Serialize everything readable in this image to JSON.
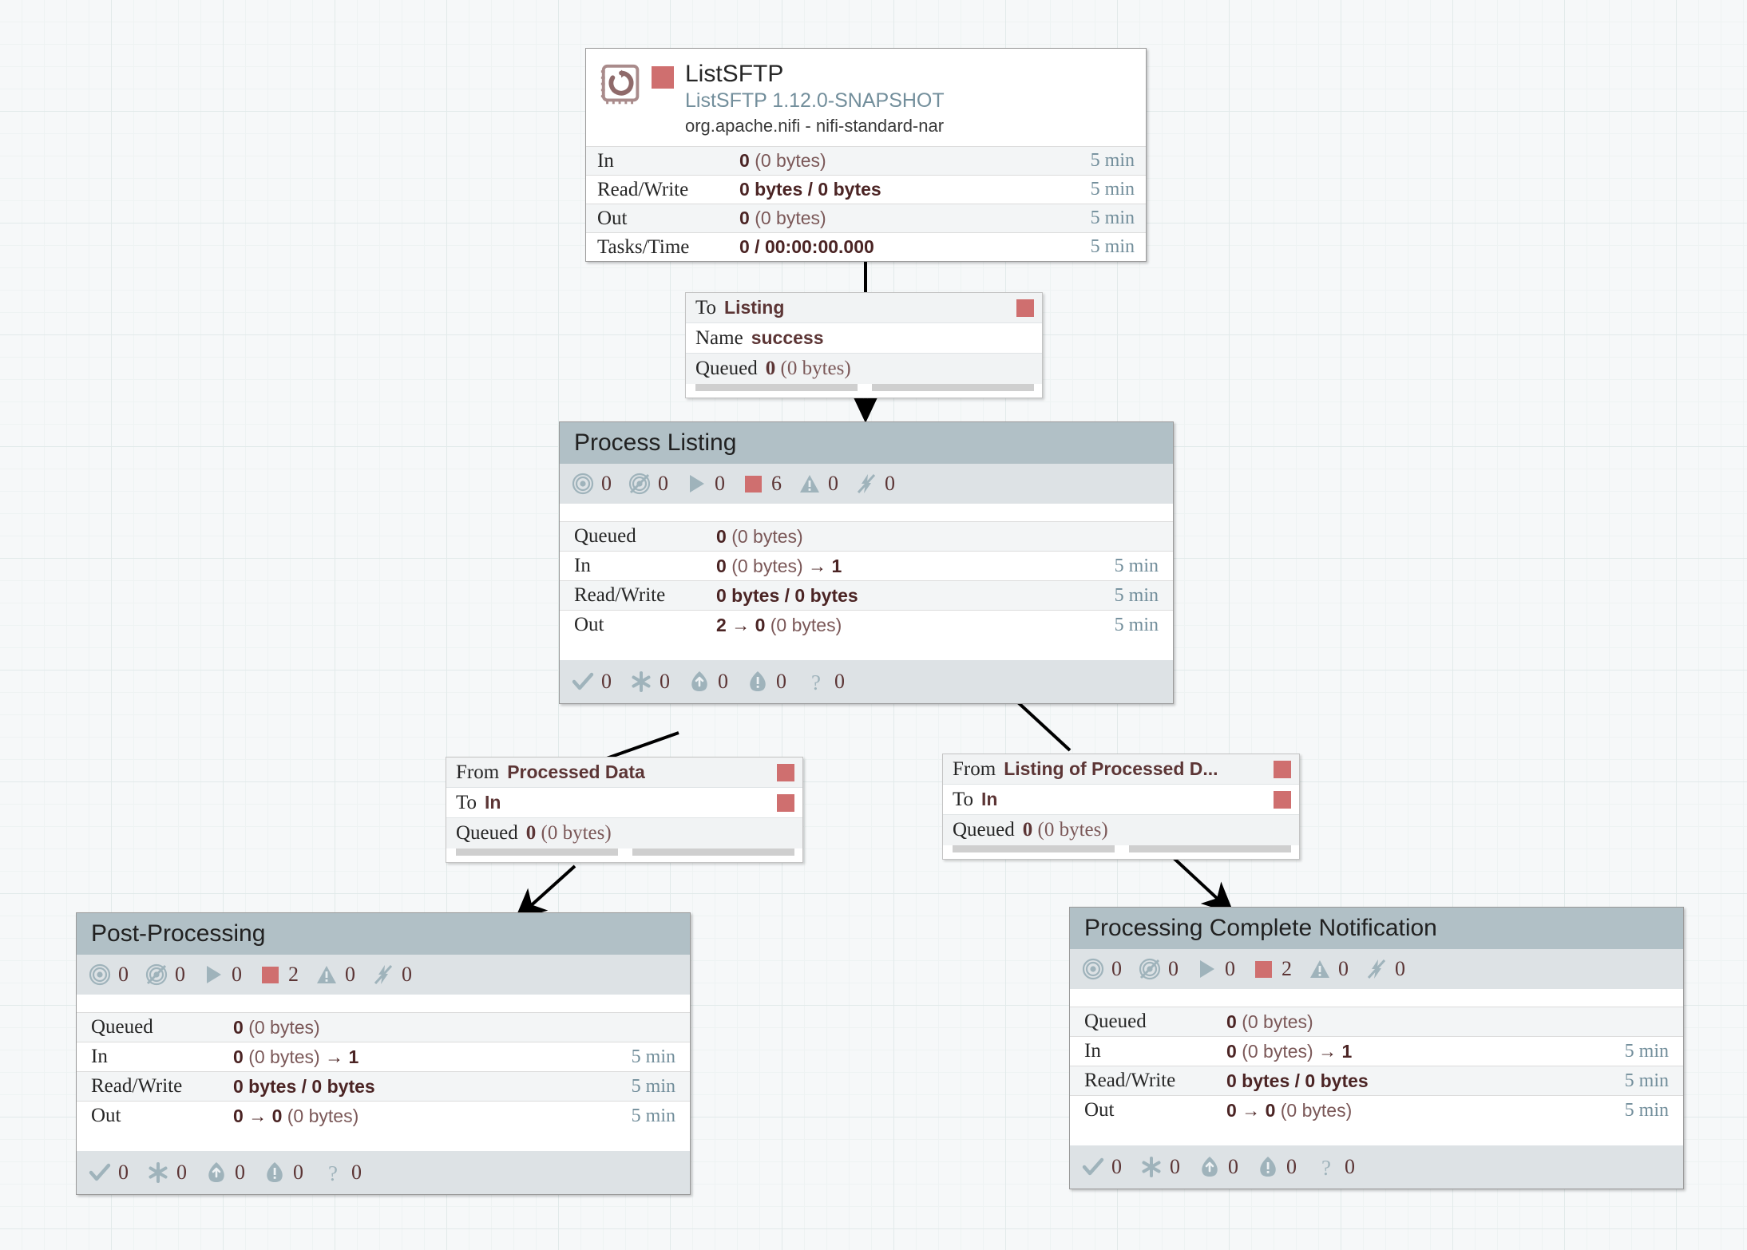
{
  "canvas": {
    "background_color": "#f6f8f9",
    "grid_color": "#e2eaea",
    "accent_stopped": "#cf6f6f",
    "accent_link": "#728e9b"
  },
  "processor": {
    "name": "ListSFTP",
    "type": "ListSFTP 1.12.0-SNAPSHOT",
    "bundle": "org.apache.nifi - nifi-standard-nar",
    "run_status_icon": "stopped-square-icon",
    "icon": "processor-chip-icon",
    "stats": [
      {
        "label": "In",
        "value_bold": "0",
        "value_soft": "(0 bytes)",
        "time": "5 min"
      },
      {
        "label": "Read/Write",
        "value_bold": "0 bytes / 0 bytes",
        "value_soft": "",
        "time": "5 min"
      },
      {
        "label": "Out",
        "value_bold": "0",
        "value_soft": "(0 bytes)",
        "time": "5 min"
      },
      {
        "label": "Tasks/Time",
        "value_bold": "0 / 00:00:00.000",
        "value_soft": "",
        "time": "5 min"
      }
    ]
  },
  "connections": {
    "listsftp_to_listing": {
      "to_label": "To",
      "to_value": "Listing",
      "name_label": "Name",
      "name_value": "success",
      "queued_label": "Queued",
      "queued_bold": "0",
      "queued_soft": "(0 bytes)",
      "status_icon": "stopped-square-icon"
    },
    "processed_data_to_in": {
      "from_label": "From",
      "from_value": "Processed Data",
      "to_label": "To",
      "to_value": "In",
      "queued_label": "Queued",
      "queued_bold": "0",
      "queued_soft": "(0 bytes)",
      "status_icon": "stopped-square-icon"
    },
    "listing_of_processed_to_in": {
      "from_label": "From",
      "from_value": "Listing of Processed D...",
      "to_label": "To",
      "to_value": "In",
      "queued_label": "Queued",
      "queued_bold": "0",
      "queued_soft": "(0 bytes)",
      "status_icon": "stopped-square-icon"
    }
  },
  "groups": {
    "process_listing": {
      "title": "Process Listing",
      "status": [
        {
          "icon": "transmitting-icon",
          "count": "0"
        },
        {
          "icon": "not-transmitting-icon",
          "count": "0"
        },
        {
          "icon": "running-icon",
          "count": "0"
        },
        {
          "icon": "stopped-icon",
          "count": "6"
        },
        {
          "icon": "invalid-icon",
          "count": "0"
        },
        {
          "icon": "disabled-icon",
          "count": "0"
        }
      ],
      "rows": [
        {
          "label": "Queued",
          "value_bold": "0",
          "arrow": "",
          "value_bold2": "",
          "value_soft": "(0 bytes)",
          "time": ""
        },
        {
          "label": "In",
          "value_bold": "0",
          "value_soft": "(0 bytes)",
          "arrow": "→",
          "value_bold2": "1",
          "time": "5 min"
        },
        {
          "label": "Read/Write",
          "value_bold": "0 bytes / 0 bytes",
          "value_soft": "",
          "arrow": "",
          "value_bold2": "",
          "time": "5 min"
        },
        {
          "label": "Out",
          "value_bold": "2",
          "arrow": "→",
          "value_bold2": "0",
          "value_soft": "(0 bytes)",
          "time": "5 min"
        }
      ],
      "versioning": [
        {
          "icon": "up-to-date-icon",
          "count": "0"
        },
        {
          "icon": "locally-modified-icon",
          "count": "0"
        },
        {
          "icon": "stale-icon",
          "count": "0"
        },
        {
          "icon": "locally-modified-and-stale-icon",
          "count": "0"
        },
        {
          "icon": "sync-failure-icon",
          "count": "0"
        }
      ]
    },
    "post_processing": {
      "title": "Post-Processing",
      "status": [
        {
          "icon": "transmitting-icon",
          "count": "0"
        },
        {
          "icon": "not-transmitting-icon",
          "count": "0"
        },
        {
          "icon": "running-icon",
          "count": "0"
        },
        {
          "icon": "stopped-icon",
          "count": "2"
        },
        {
          "icon": "invalid-icon",
          "count": "0"
        },
        {
          "icon": "disabled-icon",
          "count": "0"
        }
      ],
      "rows": [
        {
          "label": "Queued",
          "value_bold": "0",
          "arrow": "",
          "value_bold2": "",
          "value_soft": "(0 bytes)",
          "time": ""
        },
        {
          "label": "In",
          "value_bold": "0",
          "value_soft": "(0 bytes)",
          "arrow": "→",
          "value_bold2": "1",
          "time": "5 min"
        },
        {
          "label": "Read/Write",
          "value_bold": "0 bytes / 0 bytes",
          "value_soft": "",
          "arrow": "",
          "value_bold2": "",
          "time": "5 min"
        },
        {
          "label": "Out",
          "value_bold": "0",
          "arrow": "→",
          "value_bold2": "0",
          "value_soft": "(0 bytes)",
          "time": "5 min"
        }
      ],
      "versioning": [
        {
          "icon": "up-to-date-icon",
          "count": "0"
        },
        {
          "icon": "locally-modified-icon",
          "count": "0"
        },
        {
          "icon": "stale-icon",
          "count": "0"
        },
        {
          "icon": "locally-modified-and-stale-icon",
          "count": "0"
        },
        {
          "icon": "sync-failure-icon",
          "count": "0"
        }
      ]
    },
    "processing_complete_notification": {
      "title": "Processing Complete Notification",
      "status": [
        {
          "icon": "transmitting-icon",
          "count": "0"
        },
        {
          "icon": "not-transmitting-icon",
          "count": "0"
        },
        {
          "icon": "running-icon",
          "count": "0"
        },
        {
          "icon": "stopped-icon",
          "count": "2"
        },
        {
          "icon": "invalid-icon",
          "count": "0"
        },
        {
          "icon": "disabled-icon",
          "count": "0"
        }
      ],
      "rows": [
        {
          "label": "Queued",
          "value_bold": "0",
          "arrow": "",
          "value_bold2": "",
          "value_soft": "(0 bytes)",
          "time": ""
        },
        {
          "label": "In",
          "value_bold": "0",
          "value_soft": "(0 bytes)",
          "arrow": "→",
          "value_bold2": "1",
          "time": "5 min"
        },
        {
          "label": "Read/Write",
          "value_bold": "0 bytes / 0 bytes",
          "value_soft": "",
          "arrow": "",
          "value_bold2": "",
          "time": "5 min"
        },
        {
          "label": "Out",
          "value_bold": "0",
          "arrow": "→",
          "value_bold2": "0",
          "value_soft": "(0 bytes)",
          "time": "5 min"
        }
      ],
      "versioning": [
        {
          "icon": "up-to-date-icon",
          "count": "0"
        },
        {
          "icon": "locally-modified-icon",
          "count": "0"
        },
        {
          "icon": "stale-icon",
          "count": "0"
        },
        {
          "icon": "locally-modified-and-stale-icon",
          "count": "0"
        },
        {
          "icon": "sync-failure-icon",
          "count": "0"
        }
      ]
    }
  }
}
